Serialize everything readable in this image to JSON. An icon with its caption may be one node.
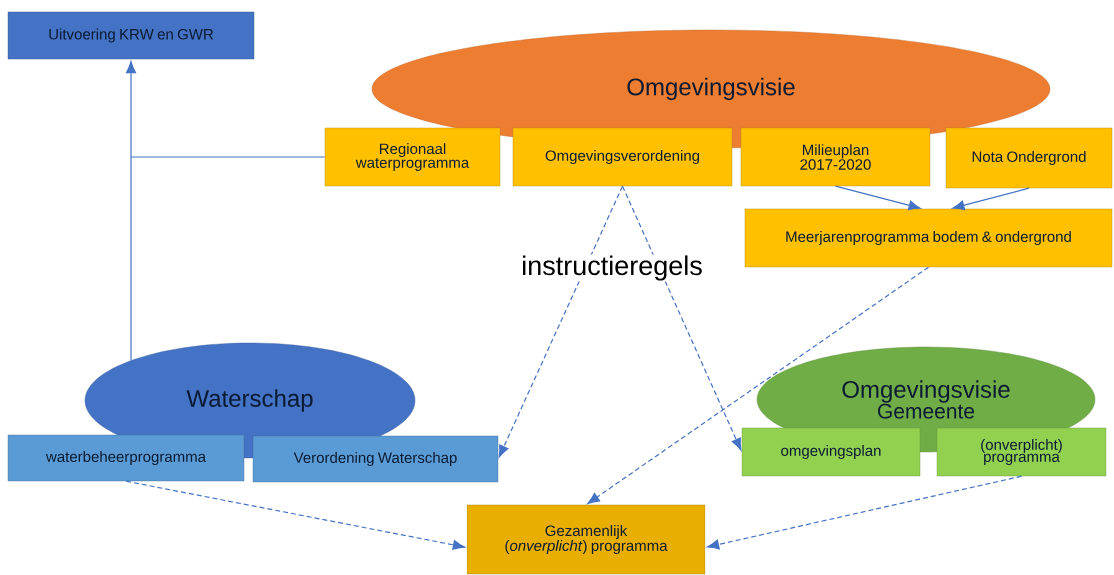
{
  "diagram": {
    "nodes": [
      {
        "text": [
          "Uitvoering KRW en GWR"
        ]
      },
      {
        "text": [
          "Omgevingsvisie"
        ]
      },
      {
        "text": [
          "Regionaal waterprogramma"
        ]
      },
      {
        "text": [
          "Omgevingsverordening"
        ]
      },
      {
        "text": [
          "Milieuplan 2017-2020"
        ]
      },
      {
        "text": [
          "Nota Ondergrond"
        ]
      },
      {
        "text": [
          "Meerjarenprogramma bodem & ondergrond"
        ]
      },
      {
        "text": [
          "Waterschap"
        ]
      },
      {
        "text": [
          "waterbeheerprogramma"
        ]
      },
      {
        "text": [
          "Verordening Waterschap"
        ]
      },
      {
        "text": [
          "Omgevingsvisie",
          "Gemeente"
        ]
      },
      {
        "text": [
          "omgevingsplan"
        ]
      },
      {
        "text": [
          "(onverplicht) programma"
        ]
      },
      {
        "text": [
          "Gezamenlijk (*onverplicht*) programma"
        ]
      }
    ],
    "edges": [
      {
        "from": 7,
        "to": 0,
        "arrow": "to"
      },
      {
        "from": 2,
        "to": 0,
        "arrow": "to"
      },
      {
        "from": 3,
        "to": 9,
        "arrow": "to",
        "style": "dashed"
      },
      {
        "from": 3,
        "to": 11,
        "arrow": "to",
        "style": "dashed"
      },
      {
        "from": 4,
        "to": 6,
        "arrow": "to"
      },
      {
        "from": 5,
        "to": 6,
        "arrow": "to"
      },
      {
        "from": 6,
        "to": 13,
        "arrow": "to",
        "style": "dashed"
      },
      {
        "from": 8,
        "to": 13,
        "arrow": "to",
        "style": "dashed"
      },
      {
        "from": 12,
        "to": 13,
        "arrow": "to",
        "style": "dashed"
      }
    ],
    "labels": [
      "instructieregels"
    ]
  }
}
